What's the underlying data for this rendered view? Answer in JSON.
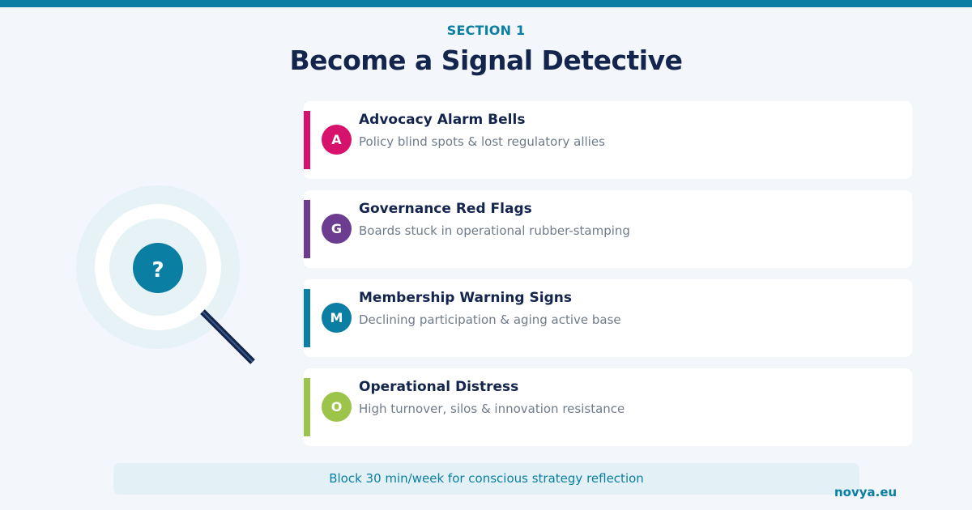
{
  "header": {
    "section_label": "SECTION 1",
    "title": "Become a Signal Detective"
  },
  "illustration": {
    "icon": "magnifier-question-icon",
    "glyph": "?"
  },
  "cards": [
    {
      "letter": "A",
      "title": "Advocacy Alarm Bells",
      "description": "Policy blind spots & lost regulatory allies",
      "color": "#d6126d"
    },
    {
      "letter": "G",
      "title": "Governance Red Flags",
      "description": "Boards stuck in operational rubber-stamping",
      "color": "#6b3c8f"
    },
    {
      "letter": "M",
      "title": "Membership Warning Signs",
      "description": "Declining participation & aging active base",
      "color": "#0a7fa3"
    },
    {
      "letter": "O",
      "title": "Operational Distress",
      "description": "High turnover, silos & innovation resistance",
      "color": "#9cc44a"
    }
  ],
  "tip": {
    "text": "Block 30 min/week for conscious strategy reflection"
  },
  "footer": {
    "brand": "novya.eu"
  },
  "colors": {
    "primary": "#0a7fa3",
    "navy": "#14254d",
    "background": "#f3f7fb"
  }
}
